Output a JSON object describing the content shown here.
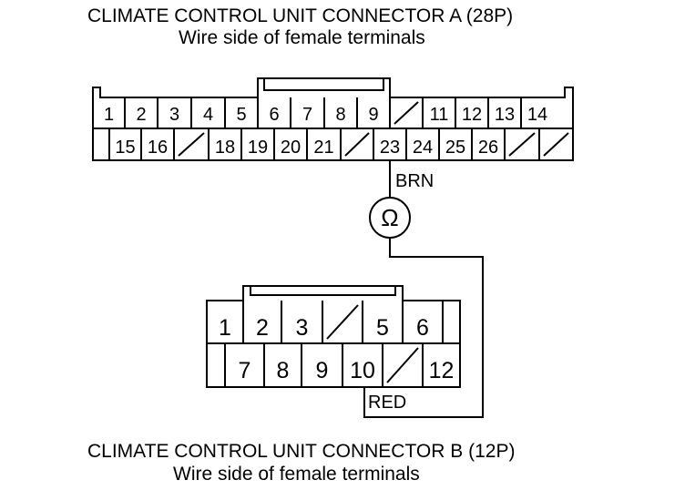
{
  "colors": {
    "ink": "#000000",
    "paper": "#ffffff"
  },
  "connector_a": {
    "title": "CLIMATE CONTROL UNIT CONNECTOR A (28P)",
    "subtitle": "Wire side of female terminals",
    "row1": [
      "1",
      "2",
      "3",
      "4",
      "5",
      "6",
      "7",
      "8",
      "9",
      "",
      "11",
      "12",
      "13",
      "14"
    ],
    "row2": [
      "",
      "15",
      "16",
      "",
      "18",
      "19",
      "20",
      "21",
      "",
      "23",
      "24",
      "25",
      "26",
      "",
      ""
    ]
  },
  "connector_b": {
    "title": "CLIMATE CONTROL UNIT CONNECTOR B (12P)",
    "subtitle": "Wire side of female terminals",
    "row1": [
      "1",
      "2",
      "3",
      "",
      "5",
      "6",
      ""
    ],
    "row2": [
      "",
      "7",
      "8",
      "9",
      "10",
      "",
      "12"
    ]
  },
  "wires": {
    "top_color": "BRN",
    "bottom_color": "RED"
  },
  "meter": {
    "symbol": "Ω",
    "icon": "ohmmeter-icon"
  }
}
